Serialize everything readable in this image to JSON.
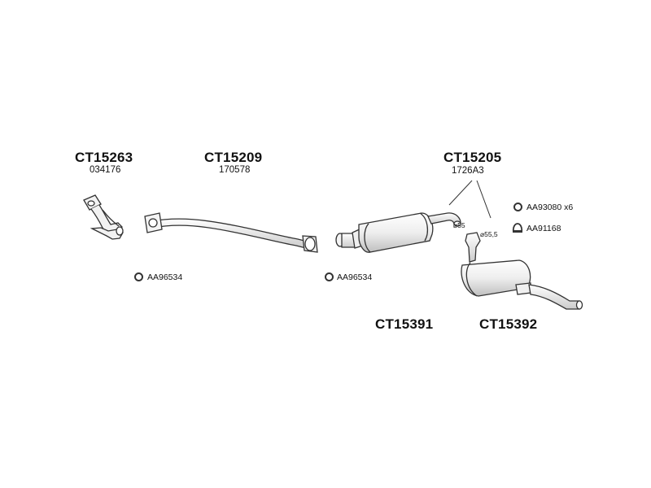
{
  "codes": {
    "front_pipe": "CT15263",
    "mid_pipe": "CT15209",
    "rear_assembly": "CT15205",
    "middle_silencer": "CT15391",
    "rear_silencer": "CT15392"
  },
  "oem_refs": {
    "front_pipe": "034176",
    "mid_pipe": "170578",
    "rear_assembly": "1726A3"
  },
  "accessories": {
    "gasket_1": "AA96534",
    "gasket_2": "AA96534",
    "rubber_mount": "AA93080 x6",
    "clamp": "AA91168"
  },
  "diameters": {
    "d1": "⌀55",
    "d2": "⌀55,5"
  },
  "colors": {
    "line": "#333333",
    "fill": "#f4f4f4",
    "shade": "#cfcfcf"
  }
}
